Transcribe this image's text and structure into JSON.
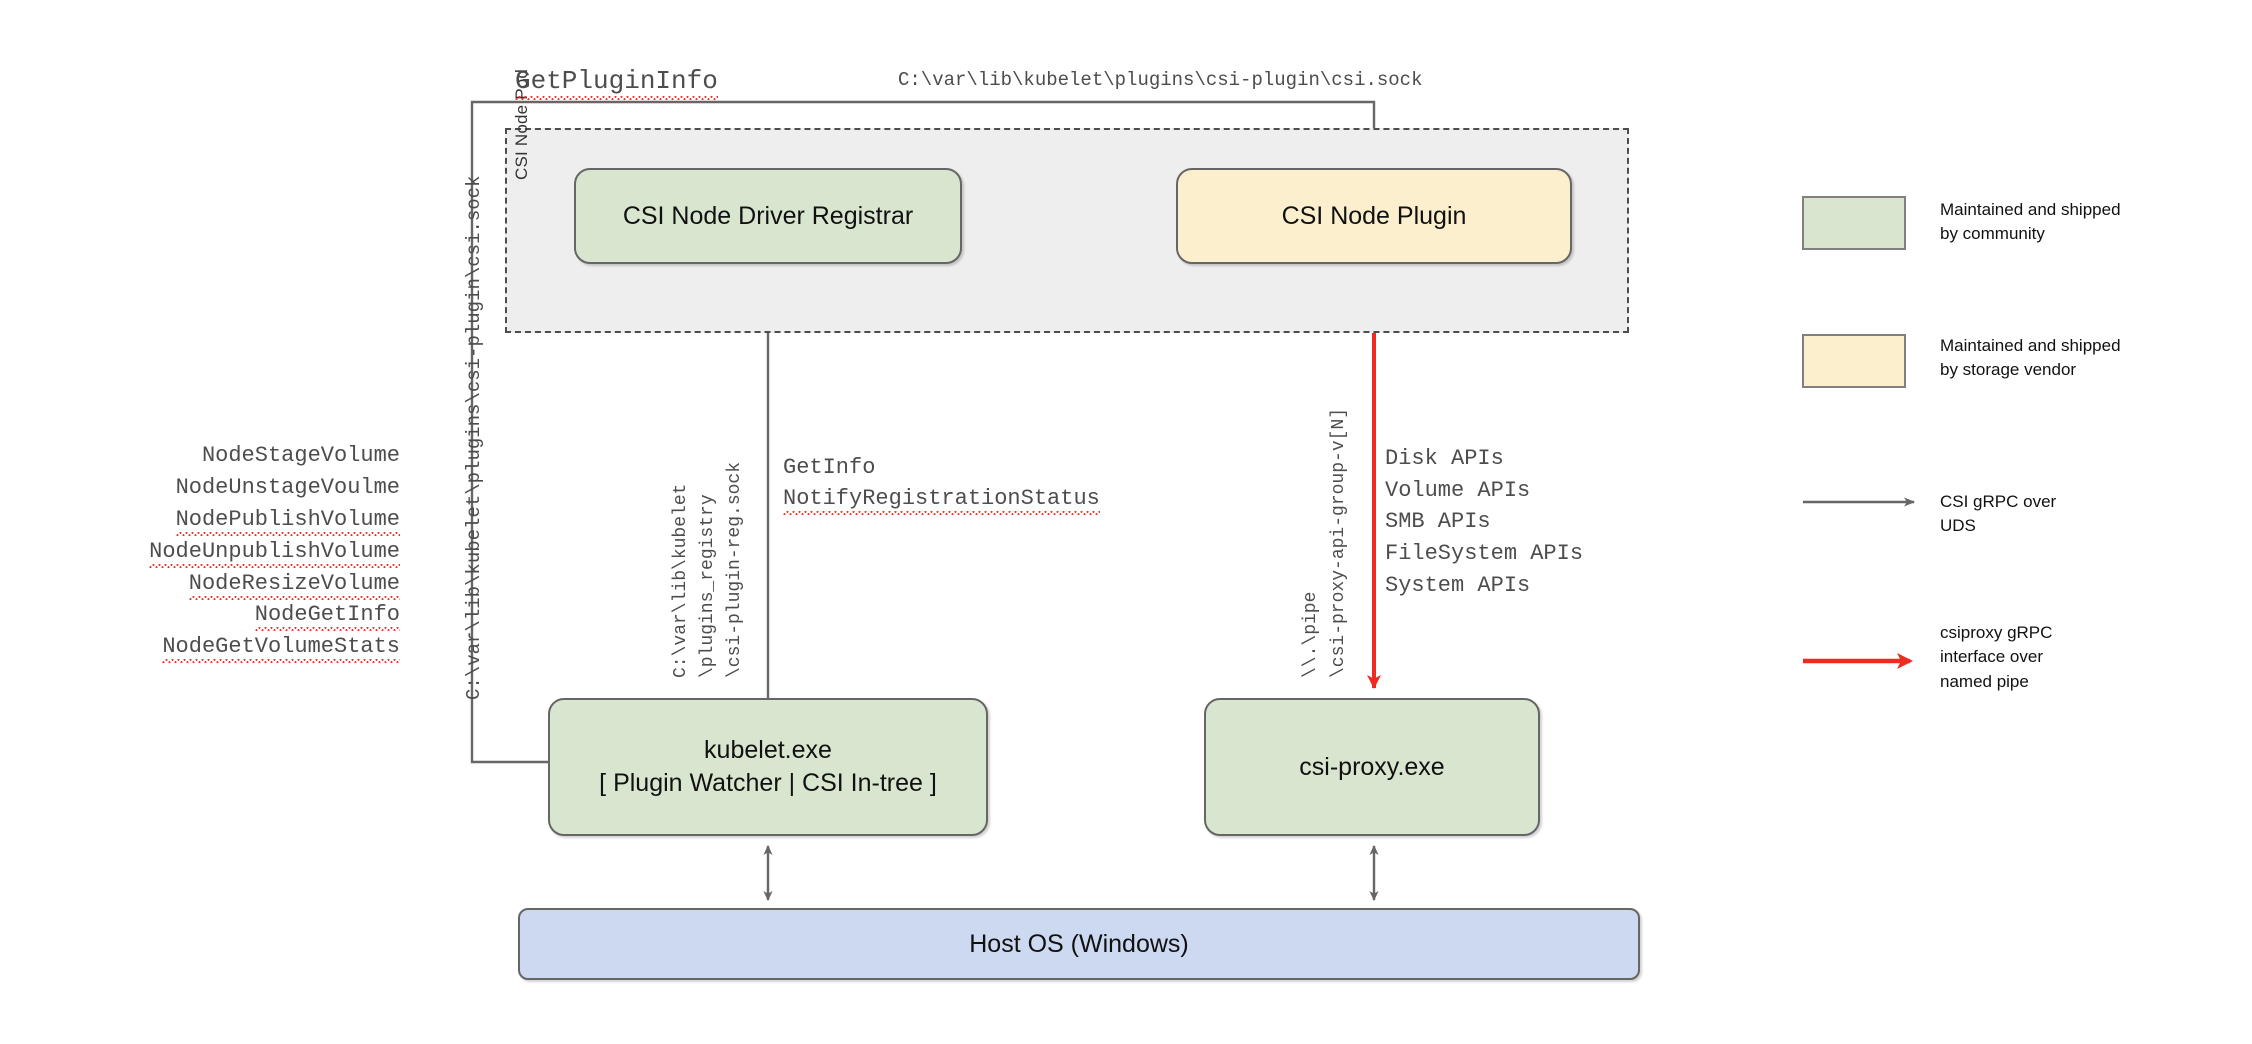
{
  "diagram": {
    "title_labels": {
      "get_plugin_info": "GetPluginInfo",
      "csi_sock_path_top": "C:\\var\\lib\\kubelet\\plugins\\csi-plugin\\csi.sock",
      "csi_sock_path_left": "C:\\var\\lib\\kubelet\\plugins\\csi-plugin\\csi.sock"
    },
    "pod": {
      "label": "CSI Node Pod"
    },
    "nodes": {
      "registrar": "CSI Node Driver Registrar",
      "plugin": "CSI Node Plugin",
      "kubelet_line1": "kubelet.exe",
      "kubelet_line2": "[ Plugin Watcher | CSI In-tree ]",
      "proxy": "csi-proxy.exe",
      "host_os": "Host OS (Windows)"
    },
    "registry_path": {
      "line1": "C:\\var\\lib\\kubelet",
      "line2": "\\plugins_registry",
      "line3": "\\csi-plugin-reg.sock"
    },
    "pipe_path": {
      "line1": "\\\\.\\pipe",
      "line2": "\\csi-proxy-api-group-v[N]"
    },
    "node_apis": [
      "NodeStageVolume",
      "NodeUnstageVoulme",
      "NodePublishVolume",
      "NodeUnpublishVolume",
      "NodeResizeVolume",
      "NodeGetInfo",
      "NodeGetVolumeStats"
    ],
    "registration_calls": [
      "GetInfo",
      "NotifyRegistrationStatus"
    ],
    "proxy_apis": [
      "Disk APIs",
      "Volume APIs",
      "SMB APIs",
      "FileSystem APIs",
      "System APIs"
    ],
    "legend": [
      {
        "kind": "swatch",
        "color": "#d9e6cf",
        "text": "Maintained and shipped\nby community"
      },
      {
        "kind": "swatch",
        "color": "#fcefcd",
        "text": "Maintained and shipped\nby storage vendor"
      },
      {
        "kind": "arrow",
        "color": "#666666",
        "text": "CSI gRPC over\nUDS"
      },
      {
        "kind": "arrow",
        "color": "#ee2b20",
        "text": "csiproxy gRPC\ninterface over\nnamed pipe"
      }
    ],
    "colors": {
      "community_green": "#d9e6cf",
      "vendor_cream": "#fcefcd",
      "host_blue": "#ccd9f0",
      "pod_grey": "#eeeeee",
      "line_grey": "#666666",
      "line_red": "#ee2b20"
    }
  }
}
